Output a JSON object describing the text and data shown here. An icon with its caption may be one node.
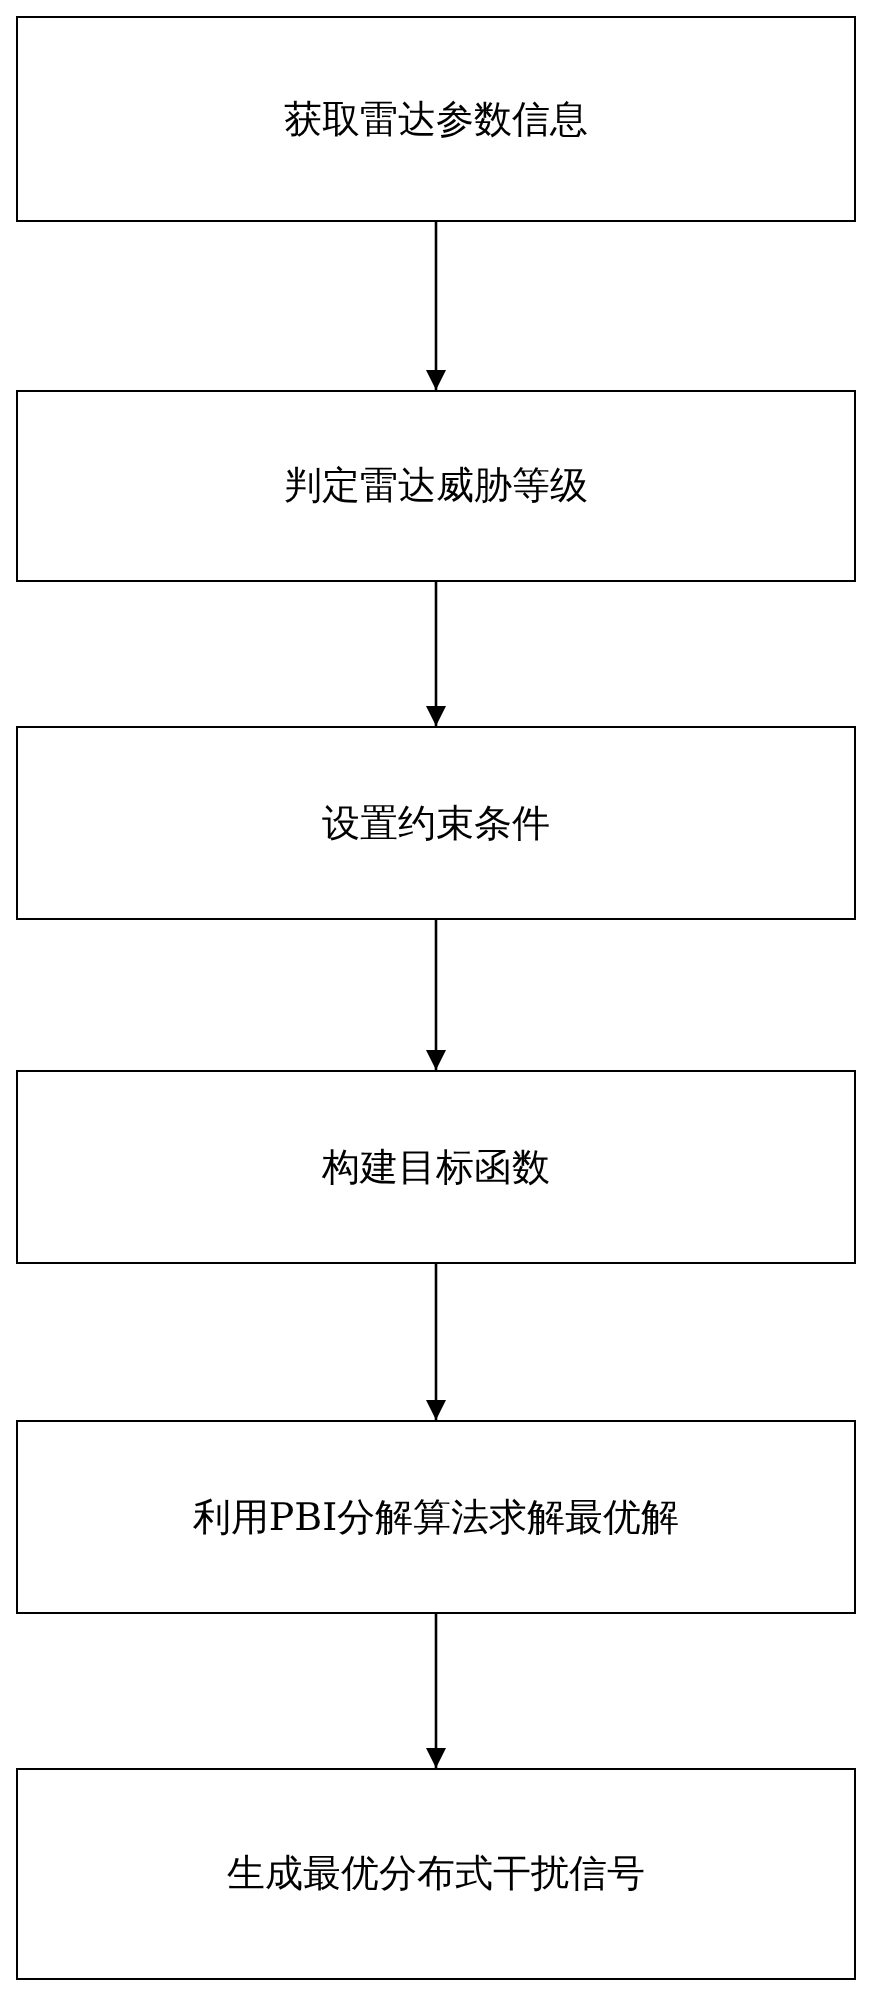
{
  "diagram": {
    "nodes": [
      {
        "text": [
          "获取雷达参数信息"
        ]
      },
      {
        "text": [
          "判定雷达威胁等级"
        ]
      },
      {
        "text": [
          "设置约束条件"
        ]
      },
      {
        "text": [
          "构建目标函数"
        ]
      },
      {
        "text": [
          "利用PBI分解算法求解最优解"
        ]
      },
      {
        "text": [
          "生成最优分布式干扰信号"
        ]
      }
    ],
    "edges": [
      {
        "from": 0,
        "to": 1,
        "arrow": "to"
      },
      {
        "from": 1,
        "to": 2,
        "arrow": "to"
      },
      {
        "from": 2,
        "to": 3,
        "arrow": "to"
      },
      {
        "from": 3,
        "to": 4,
        "arrow": "to"
      },
      {
        "from": 4,
        "to": 5,
        "arrow": "to"
      }
    ]
  }
}
